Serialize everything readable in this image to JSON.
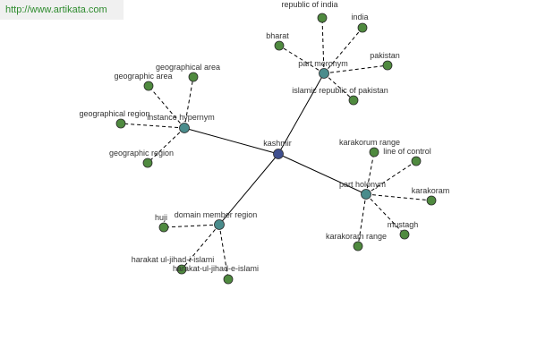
{
  "watermark": {
    "text": "http://www.artikata.com"
  },
  "colors": {
    "center": "#3f4f8f",
    "relation": "#4a8c8c",
    "term": "#4f8a3f",
    "node_stroke": "#2a2a2a",
    "edge": "#000000",
    "text": "#333333"
  },
  "graph": {
    "nodes": [
      {
        "id": "kashmir",
        "label": "kashmir",
        "kind": "center"
      },
      {
        "id": "part-meronym",
        "label": "part meronym",
        "kind": "relation"
      },
      {
        "id": "instance-hypernym",
        "label": "instance hypernym",
        "kind": "relation"
      },
      {
        "id": "part-holonym",
        "label": "part holonym",
        "kind": "relation"
      },
      {
        "id": "domain-member-region",
        "label": "domain member region",
        "kind": "relation"
      },
      {
        "id": "republic-of-india",
        "label": "republic of india",
        "kind": "term"
      },
      {
        "id": "india",
        "label": "india",
        "kind": "term"
      },
      {
        "id": "bharat",
        "label": "bharat",
        "kind": "term"
      },
      {
        "id": "pakistan",
        "label": "pakistan",
        "kind": "term"
      },
      {
        "id": "islamic-republic-of-pakistan",
        "label": "islamic republic of pakistan",
        "kind": "term"
      },
      {
        "id": "geographical-area",
        "label": "geographical area",
        "kind": "term"
      },
      {
        "id": "geographic-area",
        "label": "geographic area",
        "kind": "term"
      },
      {
        "id": "geographical-region",
        "label": "geographical region",
        "kind": "term"
      },
      {
        "id": "geographic-region",
        "label": "geographic region",
        "kind": "term"
      },
      {
        "id": "karakorum-range",
        "label": "karakorum range",
        "kind": "term"
      },
      {
        "id": "line-of-control",
        "label": "line of control",
        "kind": "term"
      },
      {
        "id": "karakoram",
        "label": "karakoram",
        "kind": "term"
      },
      {
        "id": "mustagh",
        "label": "mustagh",
        "kind": "term"
      },
      {
        "id": "karakoram-range",
        "label": "karakoram range",
        "kind": "term"
      },
      {
        "id": "huji",
        "label": "huji",
        "kind": "term"
      },
      {
        "id": "harakat-ul-jihad-i-islami",
        "label": "harakat ul-jihad-i-islami",
        "kind": "term"
      },
      {
        "id": "harakat-ul-jihad-e-islami",
        "label": "harakat-ul-jihad-e-islami",
        "kind": "term"
      }
    ],
    "edges": [
      {
        "from": "kashmir",
        "to": "part-meronym",
        "style": "solid"
      },
      {
        "from": "kashmir",
        "to": "instance-hypernym",
        "style": "solid"
      },
      {
        "from": "kashmir",
        "to": "part-holonym",
        "style": "solid"
      },
      {
        "from": "kashmir",
        "to": "domain-member-region",
        "style": "solid"
      },
      {
        "from": "part-meronym",
        "to": "republic-of-india",
        "style": "dashed"
      },
      {
        "from": "part-meronym",
        "to": "india",
        "style": "dashed"
      },
      {
        "from": "part-meronym",
        "to": "bharat",
        "style": "dashed"
      },
      {
        "from": "part-meronym",
        "to": "pakistan",
        "style": "dashed"
      },
      {
        "from": "part-meronym",
        "to": "islamic-republic-of-pakistan",
        "style": "dashed"
      },
      {
        "from": "instance-hypernym",
        "to": "geographical-area",
        "style": "dashed"
      },
      {
        "from": "instance-hypernym",
        "to": "geographic-area",
        "style": "dashed"
      },
      {
        "from": "instance-hypernym",
        "to": "geographical-region",
        "style": "dashed"
      },
      {
        "from": "instance-hypernym",
        "to": "geographic-region",
        "style": "dashed"
      },
      {
        "from": "part-holonym",
        "to": "karakorum-range",
        "style": "dashed"
      },
      {
        "from": "part-holonym",
        "to": "line-of-control",
        "style": "dashed"
      },
      {
        "from": "part-holonym",
        "to": "karakoram",
        "style": "dashed"
      },
      {
        "from": "part-holonym",
        "to": "mustagh",
        "style": "dashed"
      },
      {
        "from": "part-holonym",
        "to": "karakoram-range",
        "style": "dashed"
      },
      {
        "from": "domain-member-region",
        "to": "huji",
        "style": "dashed"
      },
      {
        "from": "domain-member-region",
        "to": "harakat-ul-jihad-i-islami",
        "style": "dashed"
      },
      {
        "from": "domain-member-region",
        "to": "harakat-ul-jihad-e-islami",
        "style": "dashed"
      }
    ]
  }
}
